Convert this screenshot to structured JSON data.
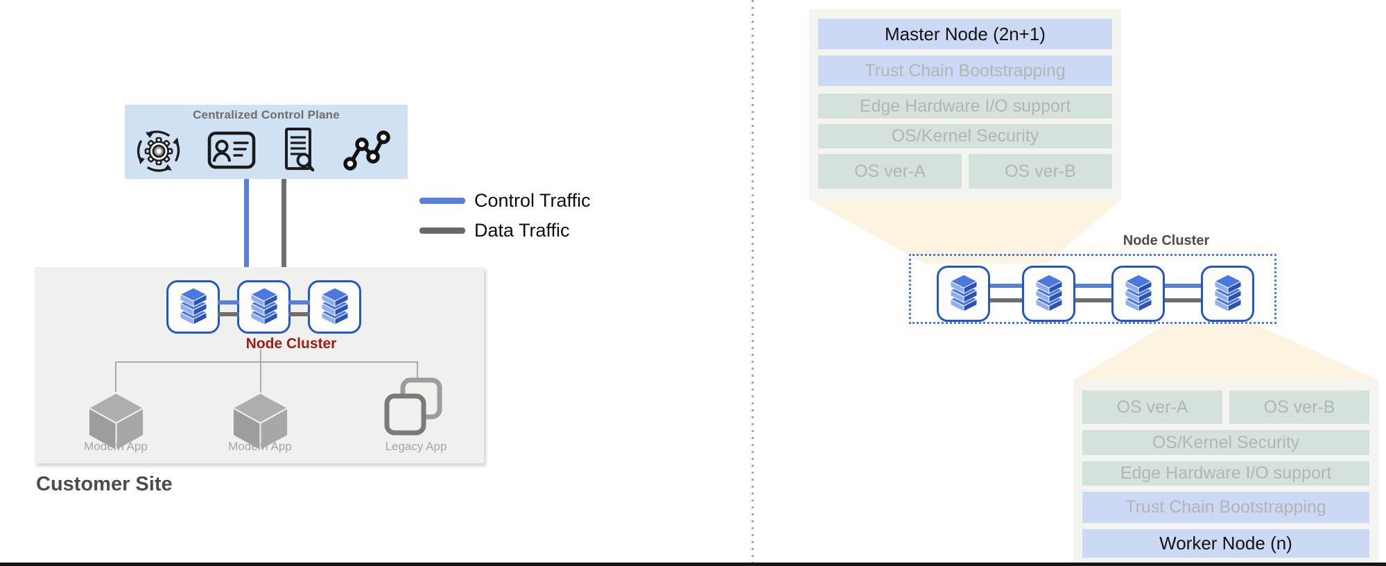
{
  "left": {
    "control_plane": {
      "title": "Centralized Control Plane",
      "icons": [
        "automation-gear-icon",
        "identity-badge-icon",
        "audit-document-icon",
        "analytics-graph-icon"
      ]
    },
    "legend": {
      "items": [
        {
          "label": "Control Traffic",
          "color": "#597fdc"
        },
        {
          "label": "Data Traffic",
          "color": "#686868"
        }
      ]
    },
    "cluster": {
      "label": "Node Cluster",
      "node_count": 3
    },
    "apps": [
      {
        "label": "Modern App",
        "icon": "cube-icon"
      },
      {
        "label": "Modern App",
        "icon": "cube-icon"
      },
      {
        "label": "Legacy App",
        "icon": "stacked-windows-icon"
      }
    ],
    "site_label": "Customer Site"
  },
  "right": {
    "master_node": {
      "title": "Master Node (2n+1)",
      "layers": [
        "Trust Chain Bootstrapping",
        "Edge Hardware I/O support",
        "OS/Kernel Security"
      ],
      "os_versions": [
        "OS ver-A",
        "OS ver-B"
      ]
    },
    "cluster": {
      "label": "Node Cluster",
      "node_count": 4
    },
    "worker_node": {
      "os_versions": [
        "OS ver-A",
        "OS ver-B"
      ],
      "layers": [
        "OS/Kernel Security",
        "Edge Hardware I/O support",
        "Trust Chain Bootstrapping"
      ],
      "title": "Worker Node (n)"
    }
  },
  "colors": {
    "control_plane_bg": "#cfe1f3",
    "control_traffic": "#597fdc",
    "data_traffic": "#686868",
    "node_border": "#2356c8",
    "layer_blue": "#ccd9f4",
    "layer_green": "#d5e1dd",
    "funnel_yellow": "#fcf4e0",
    "cluster_label_red": "#9e1d12"
  }
}
